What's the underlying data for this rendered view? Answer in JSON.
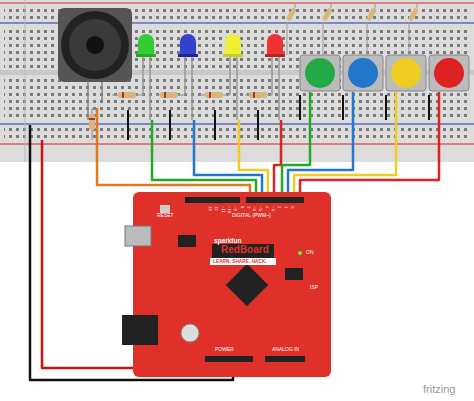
{
  "diagram": {
    "labels": [
      "RESET",
      "sparkfun",
      "RedBoard",
      "LEARN. SHARE. HACK.",
      "DIGITAL (PWM~)",
      "ON",
      "ISP",
      "POWER",
      "ANALOG IN",
      "fritzing",
      "13",
      "12",
      "~11",
      "~10",
      "~9",
      "8",
      "7",
      "~6",
      "~5",
      "4",
      "~3",
      "2",
      "1",
      "0"
    ]
  }
}
